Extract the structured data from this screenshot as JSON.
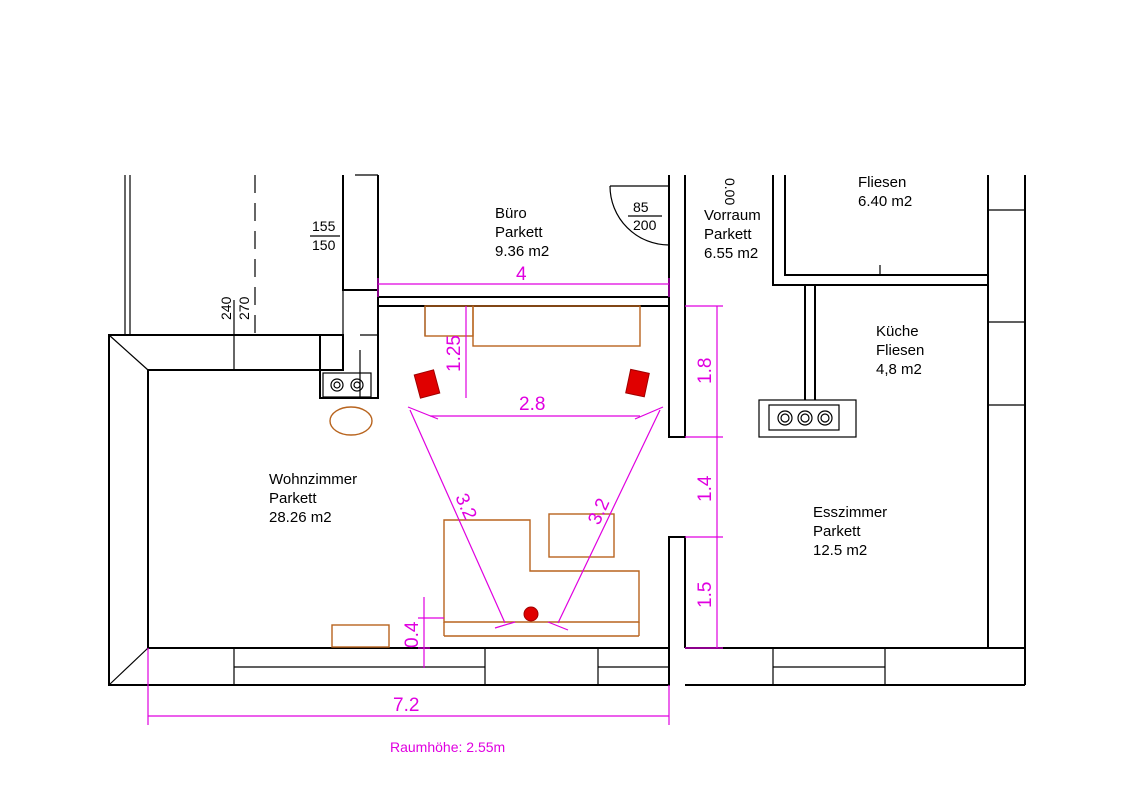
{
  "rooms": {
    "buero": {
      "name": "Büro",
      "floor": "Parkett",
      "area": "9.36 m2"
    },
    "vorraum": {
      "name": "Vorraum",
      "floor": "Parkett",
      "area": "6.55 m2"
    },
    "bad": {
      "floor": "Fliesen",
      "area": "6.40 m2"
    },
    "kueche": {
      "name": "Küche",
      "floor": "Fliesen",
      "area": "4,8 m2"
    },
    "wohnzimmer": {
      "name": "Wohnzimmer",
      "floor": "Parkett",
      "area": "28.26 m2"
    },
    "esszimmer": {
      "name": "Esszimmer",
      "floor": "Parkett",
      "area": "12.5 m2"
    }
  },
  "window_labels": {
    "w1_top": "155",
    "w1_bottom": "150",
    "w2_left": "240",
    "w2_right": "270",
    "door_top": "85",
    "door_bottom": "200",
    "elevation": "0.00"
  },
  "dimensions": {
    "buero_width": "4",
    "speaker_to_wall": "1.25",
    "speaker_spacing": "2.8",
    "wall_segment_top": "1.8",
    "opening": "1.4",
    "wall_segment_bottom": "1.5",
    "listener_left": "3.2",
    "listener_right": "3.2",
    "listener_to_wall": "0.4",
    "room_width": "7.2"
  },
  "room_height": "Raumhöhe: 2.55m",
  "colors": {
    "dimension": "#e000e0",
    "furniture": "#b8641e",
    "speaker": "#e00000",
    "walls": "#000000"
  }
}
